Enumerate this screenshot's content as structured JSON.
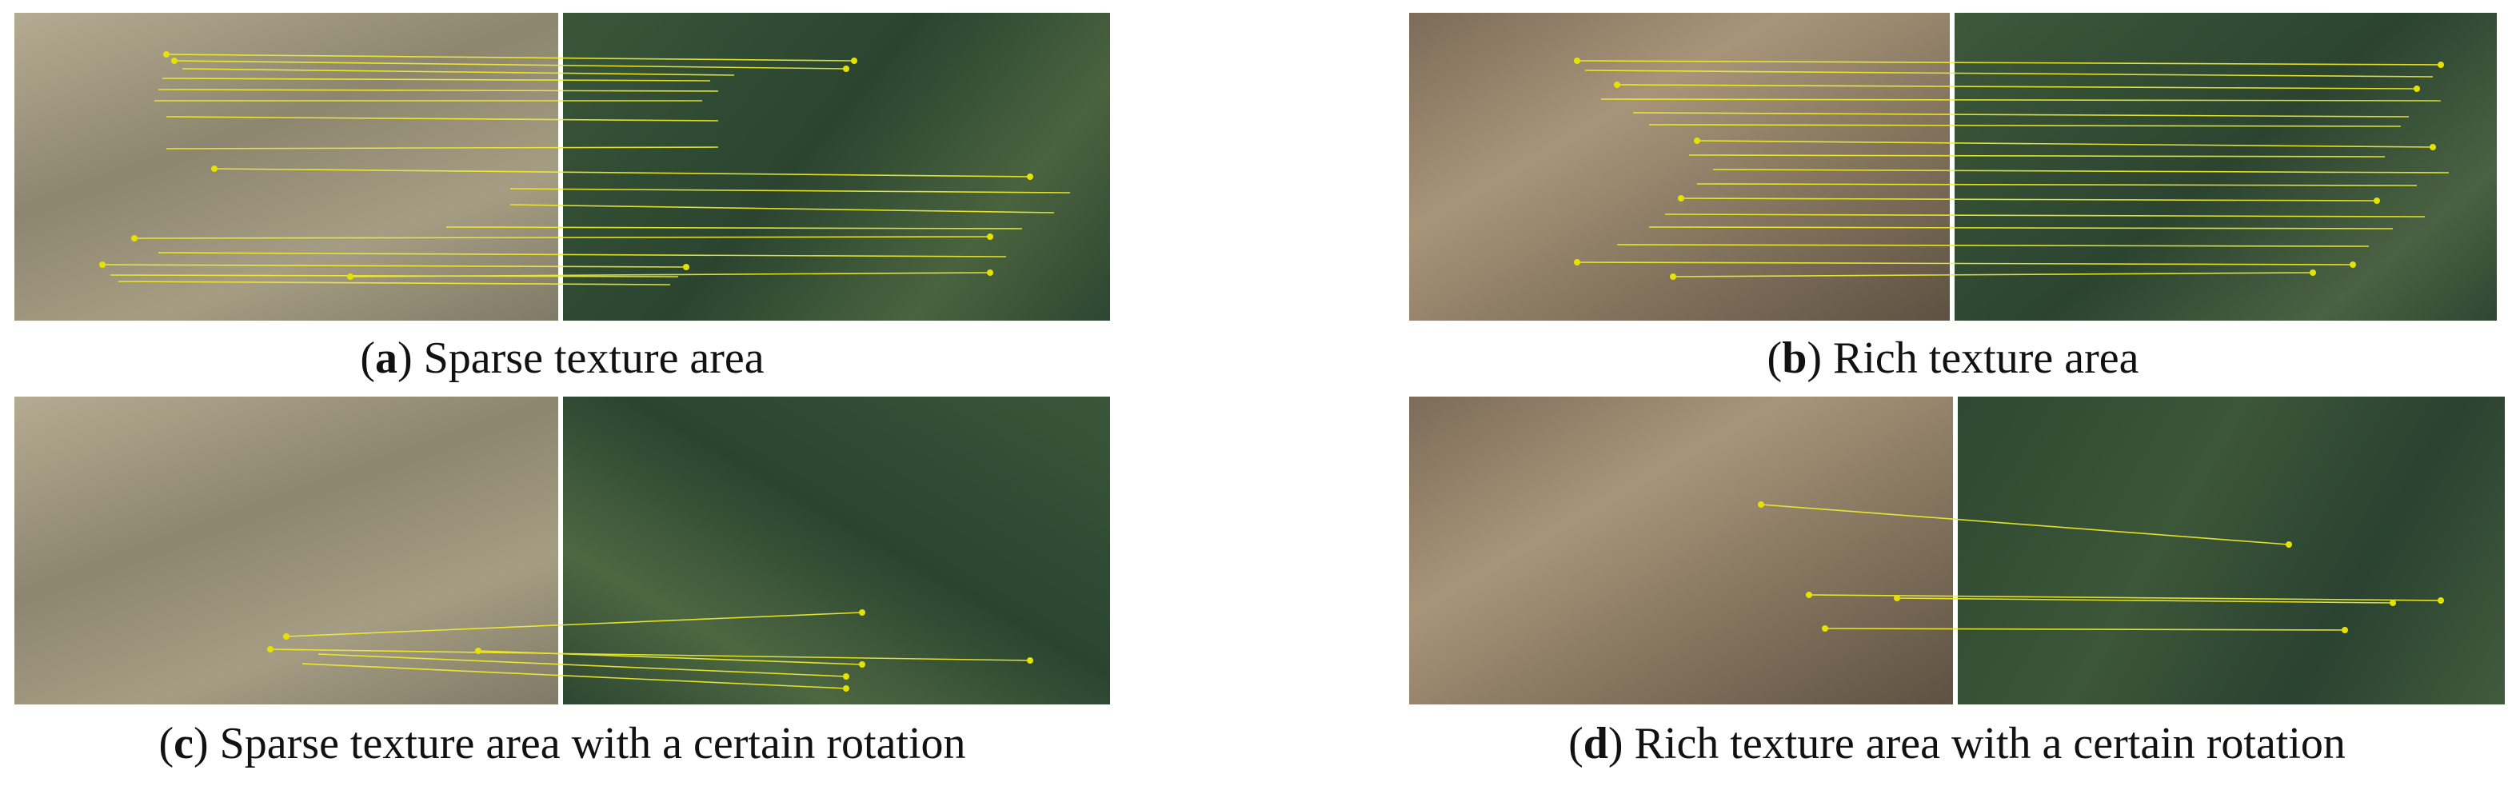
{
  "figure": {
    "panels": [
      {
        "id": "a",
        "label": "a",
        "caption": "Sparse texture area",
        "left_tone": "#a79f87",
        "right_tone": "#2f4a32"
      },
      {
        "id": "b",
        "label": "b",
        "caption": "Rich texture area",
        "left_tone": "#9b8b73",
        "right_tone": "#334b35"
      },
      {
        "id": "c",
        "label": "c",
        "caption": "Sparse texture area with a certain rotation",
        "left_tone": "#a79f87",
        "right_tone": "#2f4a32"
      },
      {
        "id": "d",
        "label": "d",
        "caption": "Rich texture area with a certain rotation",
        "left_tone": "#9b8b73",
        "right_tone": "#2e4831"
      }
    ],
    "match_line_color": "#f3f02a",
    "match_point_color": "#e6e200"
  }
}
